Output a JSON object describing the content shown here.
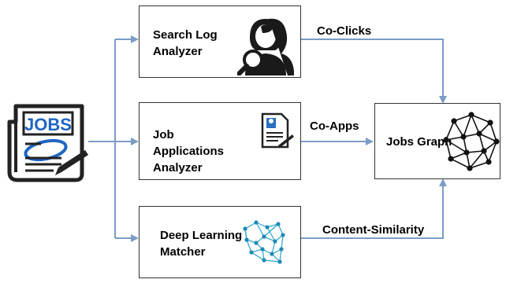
{
  "nodes": {
    "search_log": {
      "line1": "Search Log",
      "line2": "Analyzer"
    },
    "job_apps": {
      "line1": "Job",
      "line2": "Applications",
      "line3": "Analyzer"
    },
    "deep_learning": {
      "line1": "Deep Learning",
      "line2": "Matcher"
    },
    "jobs_graph": {
      "label": "Jobs Graph"
    },
    "jobs_source": {
      "label": "JOBS"
    }
  },
  "edges": {
    "co_clicks": "Co-Clicks",
    "co_apps": "Co-Apps",
    "content_similarity": "Content-Similarity"
  },
  "colors": {
    "arrow": "#7a9cc6",
    "border": "#333333",
    "icon_dark": "#222222",
    "teal": "#2aa6c9",
    "jobs_blue": "#1f66c1"
  },
  "icons": {
    "source": "jobs-newspaper-icon",
    "search": "person-magnifier-icon",
    "apps": "application-document-icon",
    "dl": "neural-network-icon",
    "graph": "graph-mesh-icon"
  }
}
